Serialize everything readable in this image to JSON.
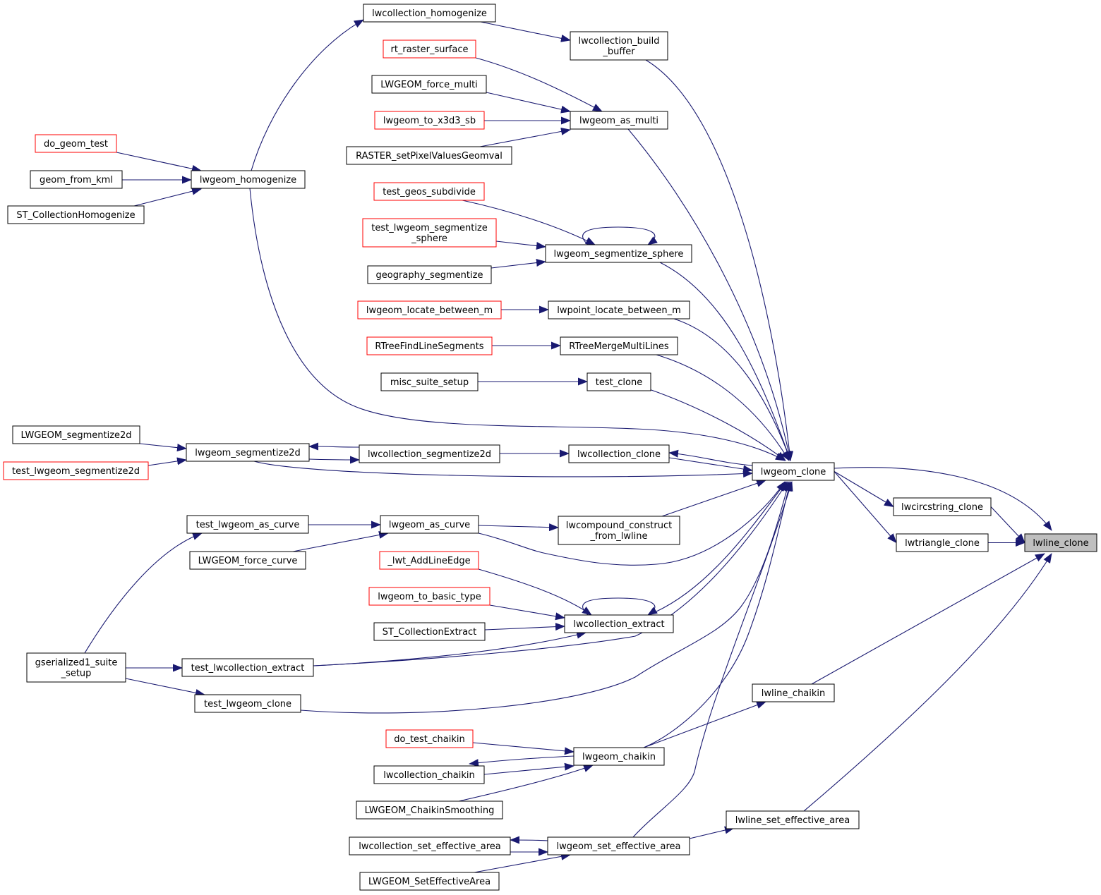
{
  "diagram": {
    "nodes": [
      {
        "id": "lwline_clone",
        "lines": [
          "lwline_clone"
        ],
        "target": true
      },
      {
        "id": "lwcircstring_clone",
        "lines": [
          "lwcircstring_clone"
        ]
      },
      {
        "id": "lwtriangle_clone",
        "lines": [
          "lwtriangle_clone"
        ]
      },
      {
        "id": "lwgeom_clone",
        "lines": [
          "lwgeom_clone"
        ]
      },
      {
        "id": "lwline_chaikin",
        "lines": [
          "lwline_chaikin"
        ]
      },
      {
        "id": "lwline_set_effective_area",
        "lines": [
          "lwline_set_effective_area"
        ]
      },
      {
        "id": "lwcollection_homogenize",
        "lines": [
          "lwcollection_homogenize"
        ]
      },
      {
        "id": "lwcollection_build_buffer",
        "lines": [
          "lwcollection_build",
          "_buffer"
        ]
      },
      {
        "id": "rt_raster_surface",
        "lines": [
          "rt_raster_surface"
        ],
        "external": true
      },
      {
        "id": "LWGEOM_force_multi",
        "lines": [
          "LWGEOM_force_multi"
        ]
      },
      {
        "id": "lwgeom_to_x3d3_sb",
        "lines": [
          "lwgeom_to_x3d3_sb"
        ],
        "external": true
      },
      {
        "id": "lwgeom_as_multi",
        "lines": [
          "lwgeom_as_multi"
        ]
      },
      {
        "id": "RASTER_setPixelValuesGeomval",
        "lines": [
          "RASTER_setPixelValuesGeomval"
        ]
      },
      {
        "id": "do_geom_test",
        "lines": [
          "do_geom_test"
        ],
        "external": true
      },
      {
        "id": "geom_from_kml",
        "lines": [
          "geom_from_kml"
        ]
      },
      {
        "id": "lwgeom_homogenize",
        "lines": [
          "lwgeom_homogenize"
        ]
      },
      {
        "id": "ST_CollectionHomogenize",
        "lines": [
          "ST_CollectionHomogenize"
        ]
      },
      {
        "id": "test_geos_subdivide",
        "lines": [
          "test_geos_subdivide"
        ],
        "external": true
      },
      {
        "id": "test_lwgeom_segmentize_sphere",
        "lines": [
          "test_lwgeom_segmentize",
          "_sphere"
        ],
        "external": true
      },
      {
        "id": "lwgeom_segmentize_sphere",
        "lines": [
          "lwgeom_segmentize_sphere"
        ]
      },
      {
        "id": "geography_segmentize",
        "lines": [
          "geography_segmentize"
        ]
      },
      {
        "id": "lwgeom_locate_between_m",
        "lines": [
          "lwgeom_locate_between_m"
        ],
        "external": true
      },
      {
        "id": "lwpoint_locate_between_m",
        "lines": [
          "lwpoint_locate_between_m"
        ]
      },
      {
        "id": "RTreeFindLineSegments",
        "lines": [
          "RTreeFindLineSegments"
        ],
        "external": true
      },
      {
        "id": "RTreeMergeMultiLines",
        "lines": [
          "RTreeMergeMultiLines"
        ]
      },
      {
        "id": "misc_suite_setup",
        "lines": [
          "misc_suite_setup"
        ]
      },
      {
        "id": "test_clone",
        "lines": [
          "test_clone"
        ]
      },
      {
        "id": "LWGEOM_segmentize2d",
        "lines": [
          "LWGEOM_segmentize2d"
        ]
      },
      {
        "id": "lwgeom_segmentize2d",
        "lines": [
          "lwgeom_segmentize2d"
        ]
      },
      {
        "id": "lwcollection_segmentize2d",
        "lines": [
          "lwcollection_segmentize2d"
        ]
      },
      {
        "id": "lwcollection_clone",
        "lines": [
          "lwcollection_clone"
        ]
      },
      {
        "id": "test_lwgeom_segmentize2d",
        "lines": [
          "test_lwgeom_segmentize2d"
        ],
        "external": true
      },
      {
        "id": "test_lwgeom_as_curve",
        "lines": [
          "test_lwgeom_as_curve"
        ]
      },
      {
        "id": "lwgeom_as_curve",
        "lines": [
          "lwgeom_as_curve"
        ]
      },
      {
        "id": "lwcompound_construct_from_lwline",
        "lines": [
          "lwcompound_construct",
          "_from_lwline"
        ]
      },
      {
        "id": "LWGEOM_force_curve",
        "lines": [
          "LWGEOM_force_curve"
        ]
      },
      {
        "id": "_lwt_AddLineEdge",
        "lines": [
          "_lwt_AddLineEdge"
        ],
        "external": true
      },
      {
        "id": "lwgeom_to_basic_type",
        "lines": [
          "lwgeom_to_basic_type"
        ],
        "external": true
      },
      {
        "id": "lwcollection_extract",
        "lines": [
          "lwcollection_extract"
        ]
      },
      {
        "id": "ST_CollectionExtract",
        "lines": [
          "ST_CollectionExtract"
        ]
      },
      {
        "id": "gserialized1_suite_setup",
        "lines": [
          "gserialized1_suite",
          "_setup"
        ]
      },
      {
        "id": "test_lwcollection_extract",
        "lines": [
          "test_lwcollection_extract"
        ]
      },
      {
        "id": "test_lwgeom_clone",
        "lines": [
          "test_lwgeom_clone"
        ]
      },
      {
        "id": "do_test_chaikin",
        "lines": [
          "do_test_chaikin"
        ],
        "external": true
      },
      {
        "id": "lwgeom_chaikin",
        "lines": [
          "lwgeom_chaikin"
        ]
      },
      {
        "id": "lwcollection_chaikin",
        "lines": [
          "lwcollection_chaikin"
        ]
      },
      {
        "id": "LWGEOM_ChaikinSmoothing",
        "lines": [
          "LWGEOM_ChaikinSmoothing"
        ]
      },
      {
        "id": "lwcollection_set_effective_area",
        "lines": [
          "lwcollection_set_effective_area"
        ]
      },
      {
        "id": "lwgeom_set_effective_area",
        "lines": [
          "lwgeom_set_effective_area"
        ]
      },
      {
        "id": "LWGEOM_SetEffectiveArea",
        "lines": [
          "LWGEOM_SetEffectiveArea"
        ]
      }
    ],
    "edges": [
      [
        "lwcircstring_clone",
        "lwline_clone"
      ],
      [
        "lwtriangle_clone",
        "lwline_clone"
      ],
      [
        "lwgeom_clone",
        "lwline_clone"
      ],
      [
        "lwline_chaikin",
        "lwline_clone"
      ],
      [
        "lwline_set_effective_area",
        "lwline_clone"
      ],
      [
        "lwgeom_clone",
        "lwcircstring_clone"
      ],
      [
        "lwgeom_clone",
        "lwtriangle_clone"
      ],
      [
        "lwcollection_build_buffer",
        "lwgeom_clone"
      ],
      [
        "lwgeom_as_multi",
        "lwgeom_clone"
      ],
      [
        "lwgeom_homogenize",
        "lwgeom_clone"
      ],
      [
        "lwgeom_segmentize_sphere",
        "lwgeom_clone"
      ],
      [
        "lwpoint_locate_between_m",
        "lwgeom_clone"
      ],
      [
        "RTreeMergeMultiLines",
        "lwgeom_clone"
      ],
      [
        "test_clone",
        "lwgeom_clone"
      ],
      [
        "lwcollection_clone",
        "lwgeom_clone"
      ],
      [
        "lwgeom_segmentize2d",
        "lwgeom_clone"
      ],
      [
        "lwcompound_construct_from_lwline",
        "lwgeom_clone"
      ],
      [
        "lwgeom_as_curve",
        "lwgeom_clone"
      ],
      [
        "lwcollection_extract",
        "lwgeom_clone"
      ],
      [
        "test_lwcollection_extract",
        "lwgeom_clone"
      ],
      [
        "test_lwgeom_clone",
        "lwgeom_clone"
      ],
      [
        "lwgeom_chaikin",
        "lwgeom_clone"
      ],
      [
        "lwgeom_set_effective_area",
        "lwgeom_clone"
      ],
      [
        "lwgeom_clone",
        "lwcollection_clone"
      ],
      [
        "lwcollection_homogenize",
        "lwcollection_build_buffer"
      ],
      [
        "rt_raster_surface",
        "lwgeom_as_multi"
      ],
      [
        "LWGEOM_force_multi",
        "lwgeom_as_multi"
      ],
      [
        "lwgeom_to_x3d3_sb",
        "lwgeom_as_multi"
      ],
      [
        "RASTER_setPixelValuesGeomval",
        "lwgeom_as_multi"
      ],
      [
        "lwgeom_homogenize",
        "lwcollection_homogenize"
      ],
      [
        "do_geom_test",
        "lwgeom_homogenize"
      ],
      [
        "geom_from_kml",
        "lwgeom_homogenize"
      ],
      [
        "ST_CollectionHomogenize",
        "lwgeom_homogenize"
      ],
      [
        "test_geos_subdivide",
        "lwgeom_segmentize_sphere"
      ],
      [
        "test_lwgeom_segmentize_sphere",
        "lwgeom_segmentize_sphere"
      ],
      [
        "geography_segmentize",
        "lwgeom_segmentize_sphere"
      ],
      [
        "lwgeom_segmentize_sphere",
        "lwgeom_segmentize_sphere"
      ],
      [
        "lwgeom_locate_between_m",
        "lwpoint_locate_between_m"
      ],
      [
        "RTreeFindLineSegments",
        "RTreeMergeMultiLines"
      ],
      [
        "misc_suite_setup",
        "test_clone"
      ],
      [
        "lwcollection_segmentize2d",
        "lwcollection_clone"
      ],
      [
        "lwcollection_segmentize2d",
        "lwgeom_segmentize2d"
      ],
      [
        "lwgeom_segmentize2d",
        "lwcollection_segmentize2d"
      ],
      [
        "LWGEOM_segmentize2d",
        "lwgeom_segmentize2d"
      ],
      [
        "test_lwgeom_segmentize2d",
        "lwgeom_segmentize2d"
      ],
      [
        "lwgeom_as_curve",
        "lwcompound_construct_from_lwline"
      ],
      [
        "test_lwgeom_as_curve",
        "lwgeom_as_curve"
      ],
      [
        "LWGEOM_force_curve",
        "lwgeom_as_curve"
      ],
      [
        "gserialized1_suite_setup",
        "test_lwgeom_as_curve"
      ],
      [
        "gserialized1_suite_setup",
        "test_lwcollection_extract"
      ],
      [
        "gserialized1_suite_setup",
        "test_lwgeom_clone"
      ],
      [
        "_lwt_AddLineEdge",
        "lwcollection_extract"
      ],
      [
        "lwgeom_to_basic_type",
        "lwcollection_extract"
      ],
      [
        "ST_CollectionExtract",
        "lwcollection_extract"
      ],
      [
        "test_lwcollection_extract",
        "lwcollection_extract"
      ],
      [
        "lwcollection_extract",
        "lwcollection_extract"
      ],
      [
        "lwgeom_chaikin",
        "lwline_chaikin"
      ],
      [
        "do_test_chaikin",
        "lwgeom_chaikin"
      ],
      [
        "lwcollection_chaikin",
        "lwgeom_chaikin"
      ],
      [
        "lwgeom_chaikin",
        "lwcollection_chaikin"
      ],
      [
        "LWGEOM_ChaikinSmoothing",
        "lwgeom_chaikin"
      ],
      [
        "lwgeom_set_effective_area",
        "lwline_set_effective_area"
      ],
      [
        "lwcollection_set_effective_area",
        "lwgeom_set_effective_area"
      ],
      [
        "lwgeom_set_effective_area",
        "lwcollection_set_effective_area"
      ],
      [
        "LWGEOM_SetEffectiveArea",
        "lwgeom_set_effective_area"
      ]
    ]
  },
  "colors": {
    "edge": "#191970",
    "node_border": "#000000",
    "external_border": "#ff0000",
    "target_fill": "#bfbfbf",
    "background": "#ffffff"
  }
}
